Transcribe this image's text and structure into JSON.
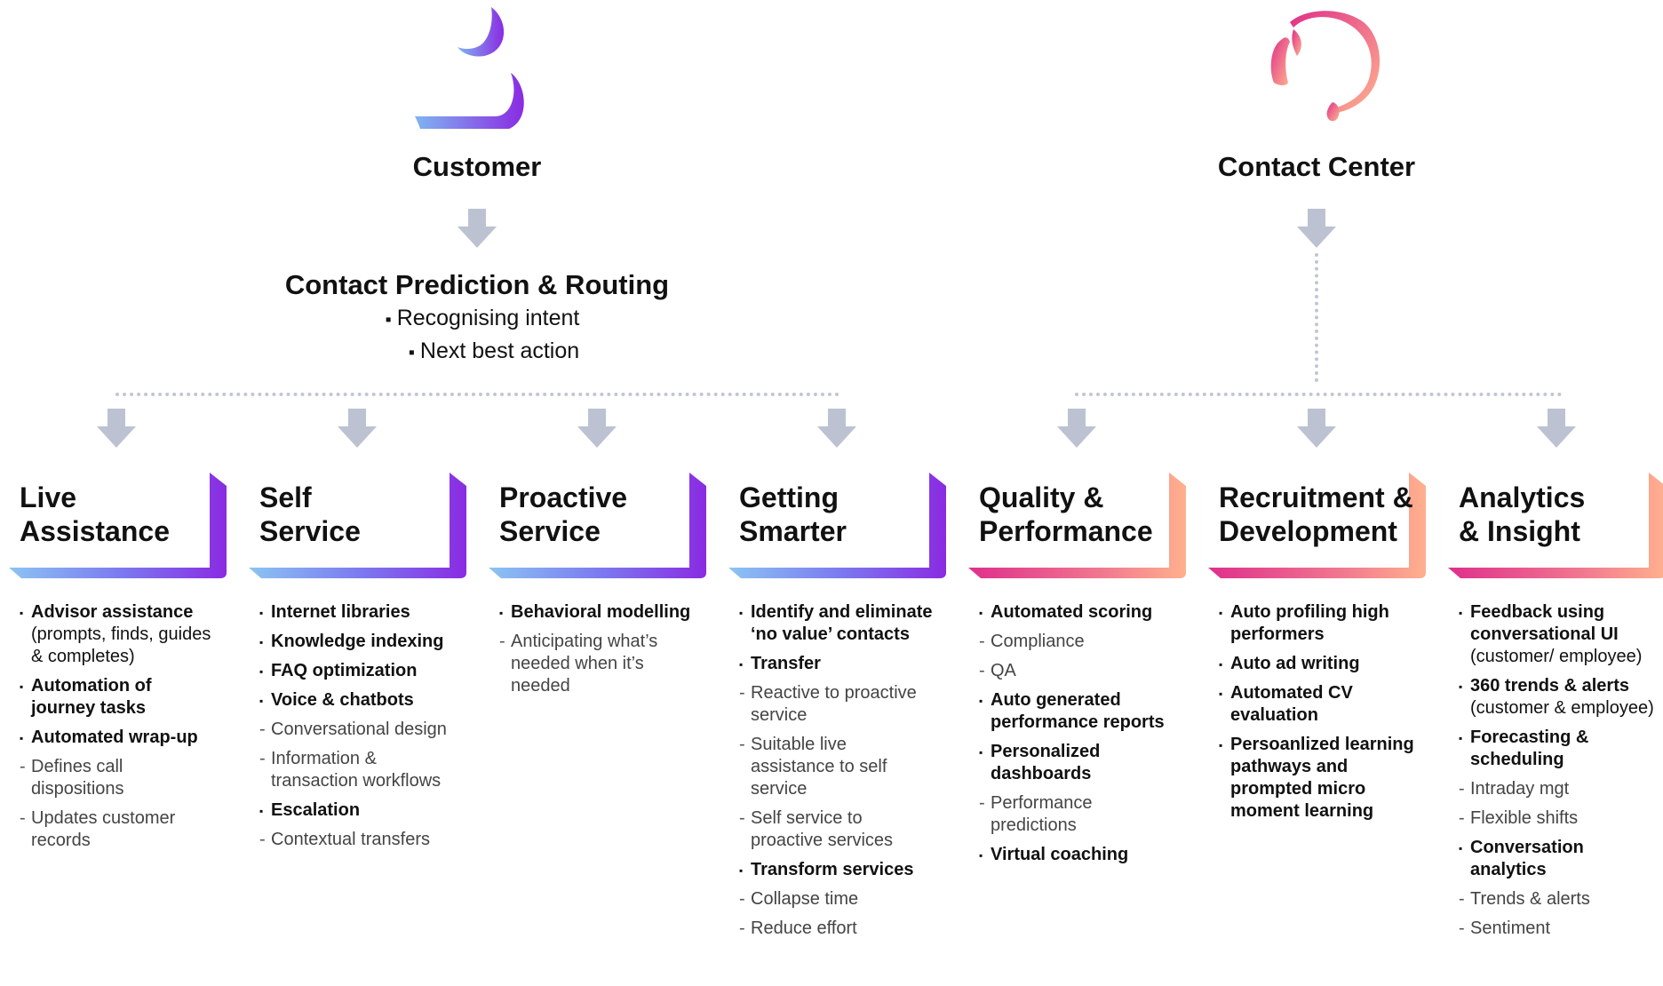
{
  "colors": {
    "arrow": "#bcc2d1",
    "blue_purple_start": "#7cb4f0",
    "blue_purple_end": "#8a2be2",
    "pink_start": "#e0318a",
    "pink_end": "#ffad8f"
  },
  "customer": {
    "title": "Customer",
    "icon": "customer-icon"
  },
  "contact_center": {
    "title": "Contact Center",
    "icon": "headset-icon"
  },
  "routing": {
    "title": "Contact Prediction & Routing",
    "items": [
      "Recognising intent",
      "Next best action"
    ]
  },
  "columns": [
    {
      "title": [
        "Live",
        "Assistance"
      ],
      "gradient": "blue",
      "items": [
        {
          "t": "b",
          "text": "Advisor assistance",
          "note": "(prompts, finds, guides & completes)"
        },
        {
          "t": "b",
          "text": "Automation of journey tasks"
        },
        {
          "t": "b",
          "text": "Automated wrap-up"
        },
        {
          "t": "d",
          "text": "Defines call dispositions"
        },
        {
          "t": "d",
          "text": "Updates customer records"
        }
      ]
    },
    {
      "title": [
        "Self",
        "Service"
      ],
      "gradient": "blue",
      "items": [
        {
          "t": "b",
          "text": "Internet libraries"
        },
        {
          "t": "b",
          "text": "Knowledge indexing"
        },
        {
          "t": "b",
          "text": "FAQ optimization"
        },
        {
          "t": "b",
          "text": "Voice & chatbots"
        },
        {
          "t": "d",
          "text": "Conversational design"
        },
        {
          "t": "d",
          "text": "Information & transaction workflows"
        },
        {
          "t": "b",
          "text": "Escalation"
        },
        {
          "t": "d",
          "text": "Contextual transfers"
        }
      ]
    },
    {
      "title": [
        "Proactive",
        "Service"
      ],
      "gradient": "blue",
      "items": [
        {
          "t": "b",
          "text": "Behavioral modelling"
        },
        {
          "t": "d",
          "text": "Anticipating what’s needed when it’s needed"
        }
      ]
    },
    {
      "title": [
        "Getting",
        "Smarter"
      ],
      "gradient": "blue",
      "items": [
        {
          "t": "b",
          "text": "Identify and eliminate ‘no value’ contacts"
        },
        {
          "t": "b",
          "text": "Transfer"
        },
        {
          "t": "d",
          "text": "Reactive to proactive service"
        },
        {
          "t": "d",
          "text": "Suitable live assistance to self service"
        },
        {
          "t": "d",
          "text": "Self service to proactive services"
        },
        {
          "t": "b",
          "text": "Transform services"
        },
        {
          "t": "d",
          "text": "Collapse time"
        },
        {
          "t": "d",
          "text": "Reduce effort"
        }
      ]
    },
    {
      "title": [
        "Quality &",
        "Performance"
      ],
      "gradient": "pink",
      "items": [
        {
          "t": "b",
          "text": "Automated scoring"
        },
        {
          "t": "d",
          "text": "Compliance"
        },
        {
          "t": "d",
          "text": "QA"
        },
        {
          "t": "b",
          "text": "Auto generated performance reports"
        },
        {
          "t": "b",
          "text": "Personalized dashboards"
        },
        {
          "t": "d",
          "text": "Performance predictions"
        },
        {
          "t": "b",
          "text": "Virtual coaching"
        }
      ]
    },
    {
      "title": [
        "Recruitment &",
        "Development"
      ],
      "gradient": "pink",
      "items": [
        {
          "t": "b",
          "text": "Auto profiling high performers"
        },
        {
          "t": "b",
          "text": "Auto ad writing"
        },
        {
          "t": "b",
          "text": "Automated CV evaluation"
        },
        {
          "t": "b",
          "text": "Persoanlized learning pathways and prompted micro moment learning"
        }
      ]
    },
    {
      "title": [
        "Analytics",
        "& Insight"
      ],
      "gradient": "pink",
      "items": [
        {
          "t": "b",
          "text": "Feedback using conversational UI",
          "note": "(customer/ employee)"
        },
        {
          "t": "b",
          "text": "360 trends & alerts",
          "note": "(customer & employee)"
        },
        {
          "t": "b",
          "text": "Forecasting & scheduling"
        },
        {
          "t": "d",
          "text": "Intraday mgt"
        },
        {
          "t": "d",
          "text": "Flexible shifts"
        },
        {
          "t": "b",
          "text": "Conversation analytics"
        },
        {
          "t": "d",
          "text": "Trends & alerts"
        },
        {
          "t": "d",
          "text": "Sentiment"
        }
      ]
    }
  ]
}
